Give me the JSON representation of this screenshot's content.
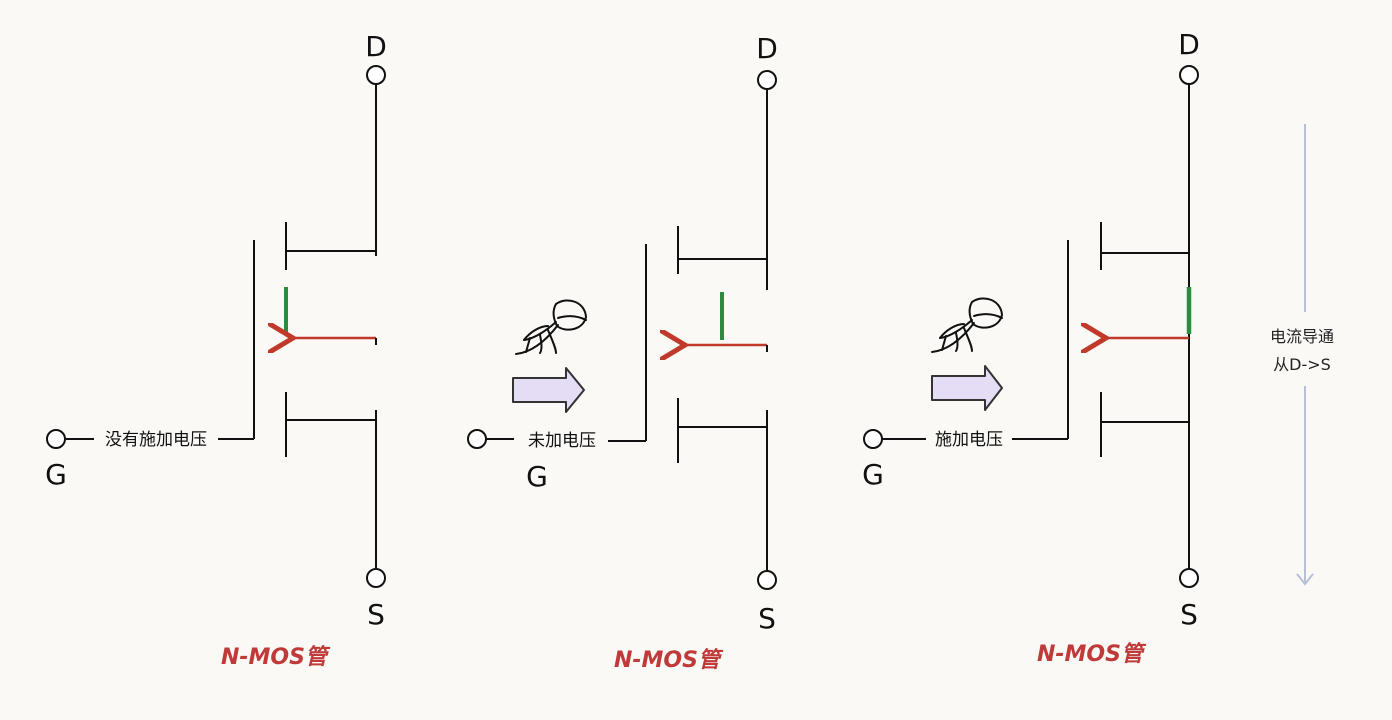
{
  "panels": [
    {
      "drain": "D",
      "source": "S",
      "gate": "G",
      "gate_note": "没有施加电压",
      "caption": "N-MOS管"
    },
    {
      "drain": "D",
      "source": "S",
      "gate": "G",
      "gate_note": "未加电压",
      "caption": "N-MOS管"
    },
    {
      "drain": "D",
      "source": "S",
      "gate": "G",
      "gate_note": "施加电压",
      "caption": "N-MOS管"
    }
  ],
  "current_note": {
    "line1": "电流导通",
    "line2": "从D->S"
  },
  "colors": {
    "wire": "#111111",
    "channel": "#2e8b3e",
    "body_arrow": "#c0392b",
    "caption": "#c03a3a",
    "fat_arrow_fill": "#e5dcf5",
    "current_arrow": "#b8bfd6"
  }
}
